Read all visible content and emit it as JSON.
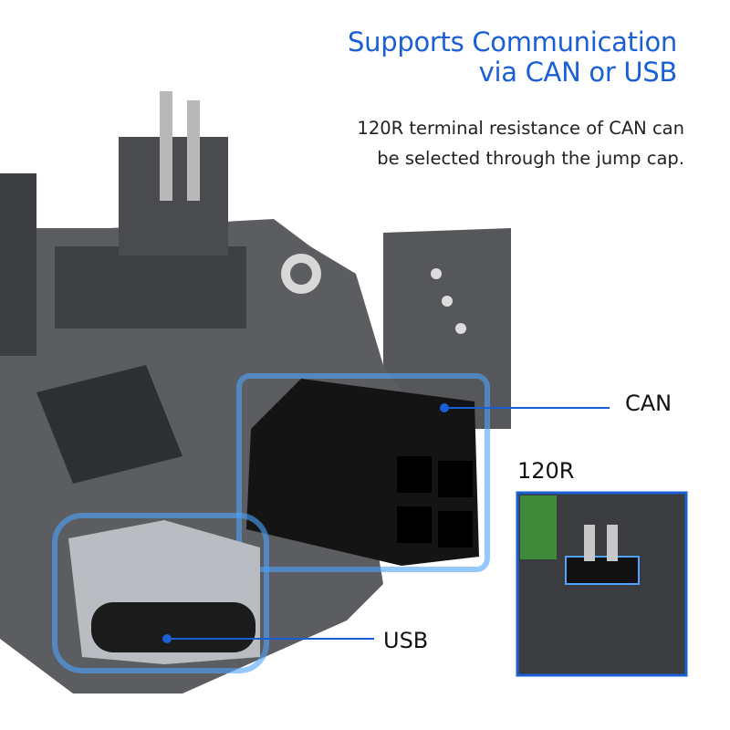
{
  "header": {
    "title_line1": "Supports Communication",
    "title_line2": "via CAN or USB"
  },
  "description": {
    "line1": "120R terminal resistance of CAN can",
    "line2": "be selected through the jump cap."
  },
  "callouts": {
    "can": "CAN",
    "usb": "USB",
    "inset": "120R"
  },
  "colors": {
    "accent": "#1a5fd6",
    "board": "#5b5d61",
    "connector": "#141414"
  }
}
